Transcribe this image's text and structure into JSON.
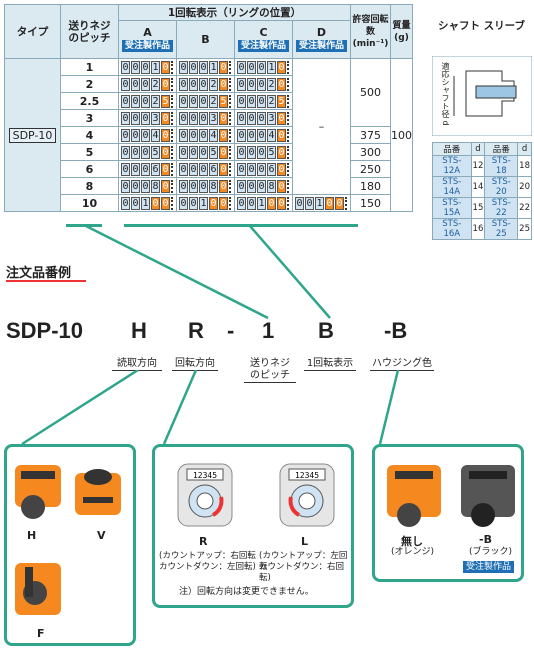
{
  "table": {
    "h_type": "タイプ",
    "h_pitch": "送りネジ\nのピッチ",
    "h_display": "1回転表示（リングの位置）",
    "cols": [
      {
        "label": "A",
        "badge": "受注製作品"
      },
      {
        "label": "B",
        "badge": ""
      },
      {
        "label": "C",
        "badge": "受注製作品"
      },
      {
        "label": "D",
        "badge": "受注製作品"
      }
    ],
    "h_rpm": "許容回転数",
    "h_rpm_unit": "(min⁻¹)",
    "h_mass": "質量",
    "h_mass_unit": "(g)",
    "h_shaft": "シャフト  スリーブ",
    "type_value": "SDP-10",
    "dash": "–",
    "mass": "100",
    "rows": [
      {
        "pitch": "1",
        "disp": [
          "0001",
          "0"
        ],
        "rpm": ""
      },
      {
        "pitch": "2",
        "disp": [
          "0002",
          "0"
        ],
        "rpm": ""
      },
      {
        "pitch": "2.5",
        "disp": [
          "0002",
          "5"
        ],
        "rpm": "500"
      },
      {
        "pitch": "3",
        "disp": [
          "0003",
          "0"
        ],
        "rpm": ""
      },
      {
        "pitch": "4",
        "disp": [
          "0004",
          "0"
        ],
        "rpm": "375"
      },
      {
        "pitch": "5",
        "disp": [
          "0005",
          "0"
        ],
        "rpm": "300"
      },
      {
        "pitch": "6",
        "disp": [
          "0006",
          "0"
        ],
        "rpm": "250"
      },
      {
        "pitch": "8",
        "disp": [
          "0008",
          "0"
        ],
        "rpm": "180"
      },
      {
        "pitch": "10",
        "disp": [
          "001",
          "00"
        ],
        "rpm": "150"
      }
    ]
  },
  "shaft": {
    "axis_label": "適応シャフト径 d",
    "headers": [
      "品番",
      "d",
      "品番",
      "d"
    ],
    "rows": [
      [
        "STS-12A",
        "12",
        "STS-18",
        "18"
      ],
      [
        "STS-14A",
        "14",
        "STS-20",
        "20"
      ],
      [
        "STS-15A",
        "15",
        "STS-22",
        "22"
      ],
      [
        "STS-16A",
        "16",
        "STS-25",
        "25"
      ]
    ]
  },
  "order": {
    "title": "注文品番例",
    "code": [
      "SDP-10",
      "H",
      "R",
      "-",
      "1",
      "B",
      "-B"
    ],
    "captions": [
      "読取方向",
      "回転方向",
      "送りネジ\nのピッチ",
      "1回転表示",
      "ハウジング色"
    ]
  },
  "panel_dir": {
    "labels": [
      "H",
      "V",
      "F"
    ]
  },
  "panel_rot": {
    "counter": "12345",
    "r_label": "R",
    "l_label": "L",
    "r_note1": "(カウントアップ：右回転",
    "r_note2": " カウントダウン：左回転)",
    "l_note1": "(カウントアップ：左回転",
    "l_note2": " カウントダウン：右回転)",
    "note": "注）回転方向は変更できません。"
  },
  "panel_color": {
    "std_label": "無し",
    "std_sub": "(オレンジ)",
    "black_label": "-B",
    "black_sub": "(ブラック)",
    "badge": "受注製作品"
  },
  "colors": {
    "accent": "#2fa58b",
    "orange": "#f5891f",
    "blue": "#1f6fb5"
  }
}
